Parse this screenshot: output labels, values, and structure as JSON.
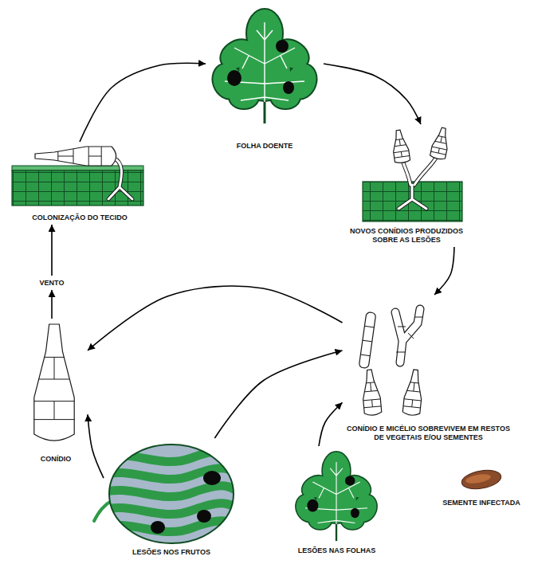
{
  "diagram": {
    "nodes": [
      {
        "text": [
          "FOLHA DOENTE"
        ]
      },
      {
        "text": [
          "NOVOS CONÍDIOS PRODUZIDOS SOBRE AS LESÕES"
        ]
      },
      {
        "text": [
          "CONÍDIO E MICÉLIO SOBREVIVEM EM RESTOS DE VEGETAIS E/OU SEMENTES"
        ]
      },
      {
        "text": [
          "SEMENTE INFECTADA"
        ]
      },
      {
        "text": [
          "LESÕES NAS FOLHAS"
        ]
      },
      {
        "text": [
          "LESÕES NOS FRUTOS"
        ]
      },
      {
        "text": [
          "CONÍDIO"
        ]
      },
      {
        "text": [
          "VENTO"
        ]
      },
      {
        "text": [
          "COLONIZAÇÃO DO TECIDO"
        ]
      }
    ],
    "edges": [
      {
        "from": 8,
        "to": 0,
        "arrow": "to"
      },
      {
        "from": 0,
        "to": 1,
        "arrow": "to"
      },
      {
        "from": 1,
        "to": 2,
        "arrow": "to"
      },
      {
        "from": 2,
        "to": 6,
        "arrow": "to"
      },
      {
        "from": 6,
        "to": 7,
        "arrow": "to"
      },
      {
        "from": 7,
        "to": 8,
        "arrow": "to"
      },
      {
        "from": 5,
        "to": 6,
        "arrow": "to"
      },
      {
        "from": 5,
        "to": 2,
        "arrow": "to"
      },
      {
        "from": 4,
        "to": 2,
        "arrow": "to"
      }
    ]
  }
}
